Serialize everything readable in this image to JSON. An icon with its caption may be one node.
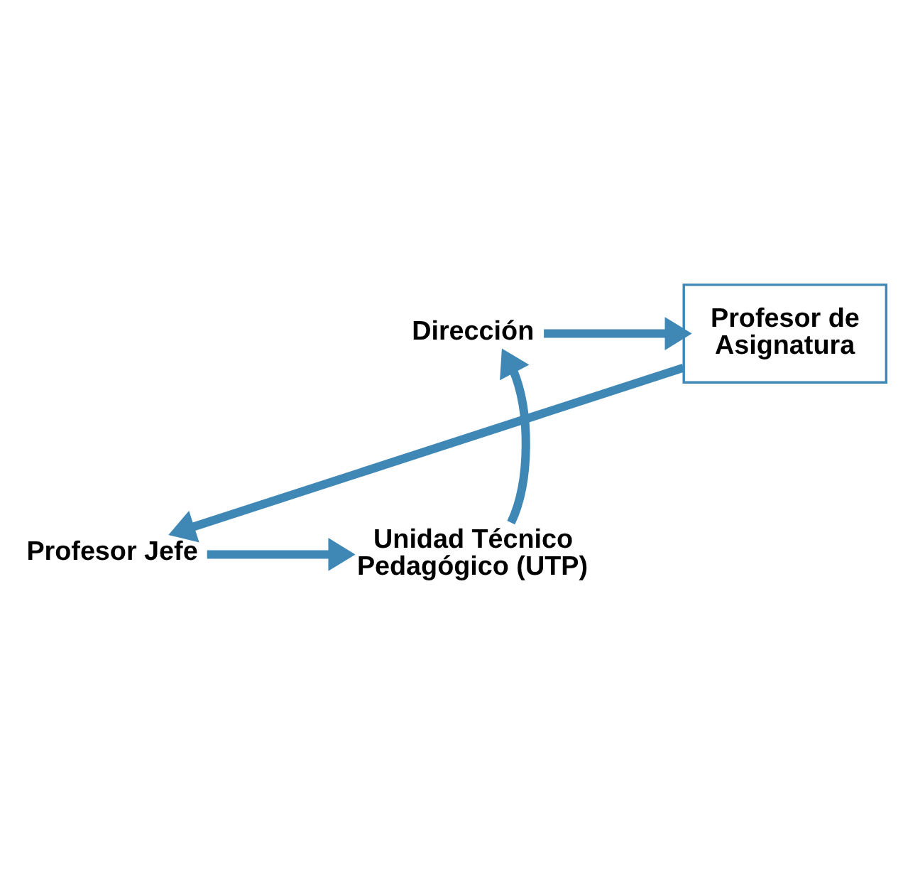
{
  "diagram": {
    "nodes": [
      {
        "text": [
          "Dirección"
        ]
      },
      {
        "text": [
          "Profesor de Asignatura"
        ]
      },
      {
        "text": [
          "Profesor Jefe"
        ]
      },
      {
        "text": [
          "Unidad Técnico Pedagógico (UTP)"
        ]
      }
    ],
    "edges": [
      {
        "from": 0,
        "to": 1,
        "arrow": "to"
      },
      {
        "from": 1,
        "to": 2,
        "arrow": "to"
      },
      {
        "from": 2,
        "to": 3,
        "arrow": "to"
      },
      {
        "from": 3,
        "to": 0,
        "arrow": "to"
      }
    ]
  }
}
